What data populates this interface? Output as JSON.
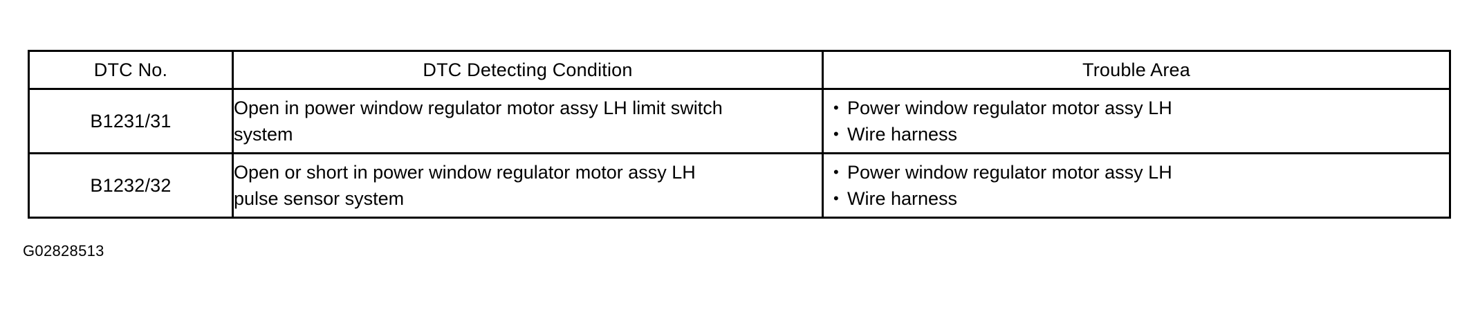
{
  "table": {
    "headers": [
      {
        "label": "DTC No."
      },
      {
        "label": "DTC Detecting Condition"
      },
      {
        "label": "Trouble Area"
      }
    ],
    "rows": [
      {
        "dtc_no": "B1231/31",
        "condition_lines": [
          "Open in power window regulator motor assy LH limit switch",
          "system"
        ],
        "trouble_area": [
          "Power window regulator motor assy LH",
          "Wire harness"
        ]
      },
      {
        "dtc_no": "B1232/32",
        "condition_lines": [
          "Open or short in power window regulator motor assy LH",
          "pulse sensor system"
        ],
        "trouble_area": [
          "Power window regulator motor assy LH",
          "Wire harness"
        ]
      }
    ],
    "bullet_glyph": "•"
  },
  "caption": "G02828513",
  "colors": {
    "border": "#000000",
    "text": "#000000",
    "background": "#ffffff"
  }
}
